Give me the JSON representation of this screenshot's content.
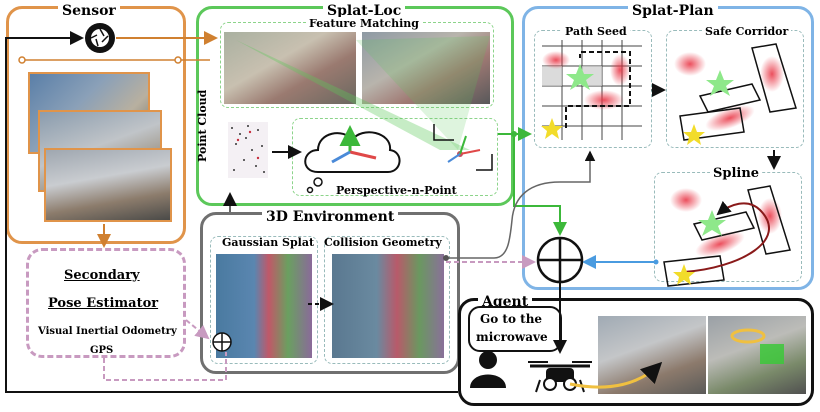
{
  "colors": {
    "sensor": "#e0944a",
    "splat_loc": "#5cc85a",
    "splat_plan": "#7fb4e6",
    "environment": "#707070",
    "secondary": "#c89ac0",
    "agent": "#111111"
  },
  "sensor": {
    "title": "Sensor",
    "icon": "camera-shutter-icon"
  },
  "splat_loc": {
    "title": "Splat-Loc",
    "feature_matching": "Feature Matching",
    "point_cloud": "Point Cloud",
    "pnp": "Perspective-n-Point"
  },
  "splat_plan": {
    "title": "Splat-Plan",
    "path_seed": "Path Seed",
    "safe_corridor": "Safe Corridor",
    "spline": "Spline"
  },
  "environment": {
    "title": "3D Environment",
    "gaussian_splat": "Gaussian Splat",
    "collision_geometry": "Collision Geometry"
  },
  "secondary": {
    "title_line1": "Secondary",
    "title_line2": "Pose Estimator",
    "item1": "Visual Inertial Odometry",
    "item2": "GPS"
  },
  "agent": {
    "title": "Agent",
    "command_line1": "Go to the",
    "command_line2": "microwave"
  }
}
